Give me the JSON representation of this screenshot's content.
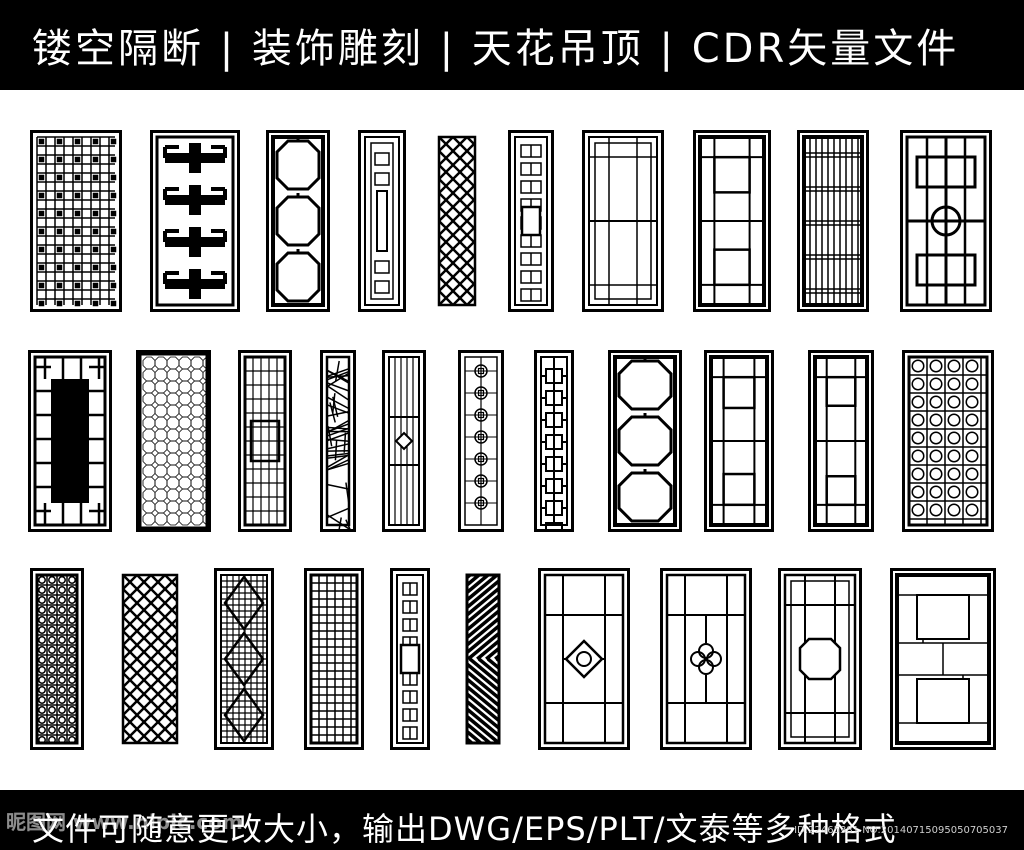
{
  "header": {
    "title": "镂空隔断 | 装饰雕刻 | 天花吊顶 | CDR矢量文件"
  },
  "footer": {
    "caption": "文件可随意更改大小，输出DWG/EPS/PLT/文泰等多种格式",
    "watermark": "昵图网 www.nipic.com",
    "image_id": "ID:22465381 NO:20140715095050705037"
  },
  "gallery": {
    "ink_color": "#000000",
    "paper_color": "#ffffff",
    "rows": [
      {
        "panels": [
          "square-lattice",
          "fret-key",
          "octagon-chain",
          "nested-rect",
          "diagonal-cross",
          "meander-medallion",
          "double-border-grid",
          "framed-squares",
          "vertical-bars",
          "ruyi-cloud"
        ]
      },
      {
        "panels": [
          "cloud-frame",
          "fine-octagon",
          "tall-grid",
          "cracked-ice",
          "rod-diamond",
          "coin-chain",
          "stepped-fret",
          "octagon-chain",
          "framed-squares",
          "framed-squares",
          "circle-lattice"
        ]
      },
      {
        "panels": [
          "circle-lattice",
          "diagonal-cross",
          "diamond-weave",
          "square-grid",
          "meander-medallion",
          "diagonal-stripes",
          "diamond-flower",
          "quatrefoil",
          "octagon-center",
          "brick-rect"
        ]
      }
    ]
  }
}
